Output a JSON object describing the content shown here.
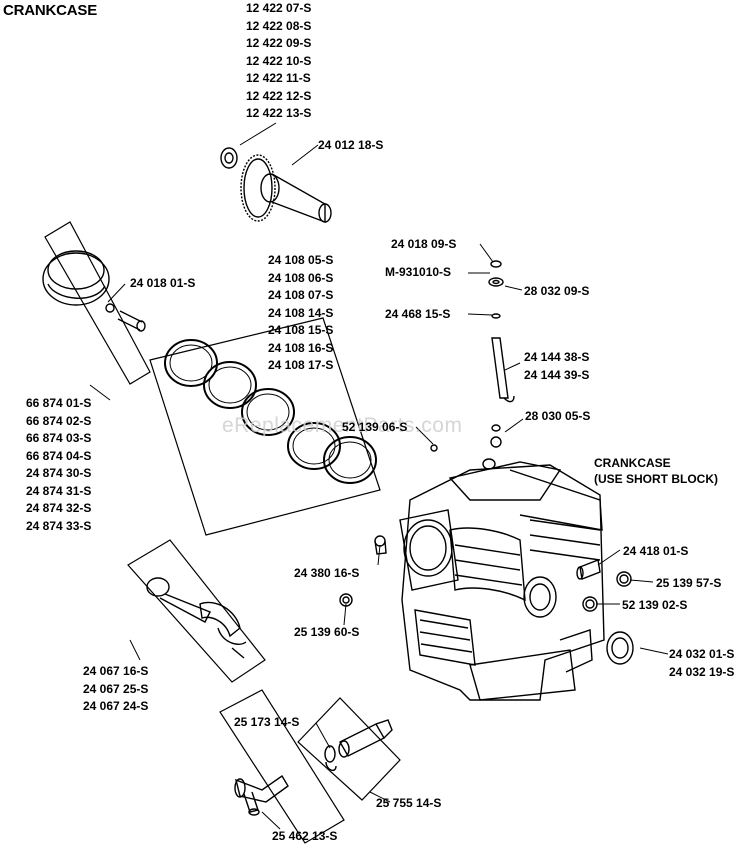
{
  "title": "CRANKCASE",
  "watermark": "eReplacementParts.com",
  "groups": {
    "crankshaft_gear": [
      "12 422 07-S",
      "12 422 08-S",
      "12 422 09-S",
      "12 422 10-S",
      "12 422 11-S",
      "12 422 12-S",
      "12 422 13-S"
    ],
    "rings": [
      "24 108 05-S",
      "24 108 06-S",
      "24 108 07-S",
      "24 108 14-S",
      "24 108 15-S",
      "24 108 16-S",
      "24 108 17-S"
    ],
    "piston": [
      "66 874 01-S",
      "66 874 02-S",
      "66 874 03-S",
      "66 874 04-S",
      "24 874 30-S",
      "24 874 31-S",
      "24 874 32-S",
      "24 874 33-S"
    ],
    "connecting_rod": [
      "24 067 16-S",
      "24 067 25-S",
      "24 067 24-S"
    ],
    "seal": [
      "24 032 01-S",
      "24 032 19-S"
    ],
    "push_rod": [
      "24 144 38-S",
      "24 144 39-S"
    ]
  },
  "labels": {
    "camshaft": "24 012 18-S",
    "piston_pin_clip": "24 018 01-S",
    "washer_top": "24 018 09-S",
    "m_part": "M-931010-S",
    "spring_part": "28 032 09-S",
    "pin_small": "24 468 15-S",
    "part_28030": "28 030 05-S",
    "plug_52139_06": "52 139 06-S",
    "dowel": "24 380 16-S",
    "plug_25139_60": "25 139 60-S",
    "fitting": "24 418 01-S",
    "plug_25139_57": "25 139 57-S",
    "plug_52139_02": "52 139 02-S",
    "clamp": "25 173 14-S",
    "valve_kit": "25 755 14-S",
    "elbow": "25 462 13-S"
  },
  "crankcase_note": [
    "CRANKCASE",
    "(USE SHORT BLOCK)"
  ]
}
